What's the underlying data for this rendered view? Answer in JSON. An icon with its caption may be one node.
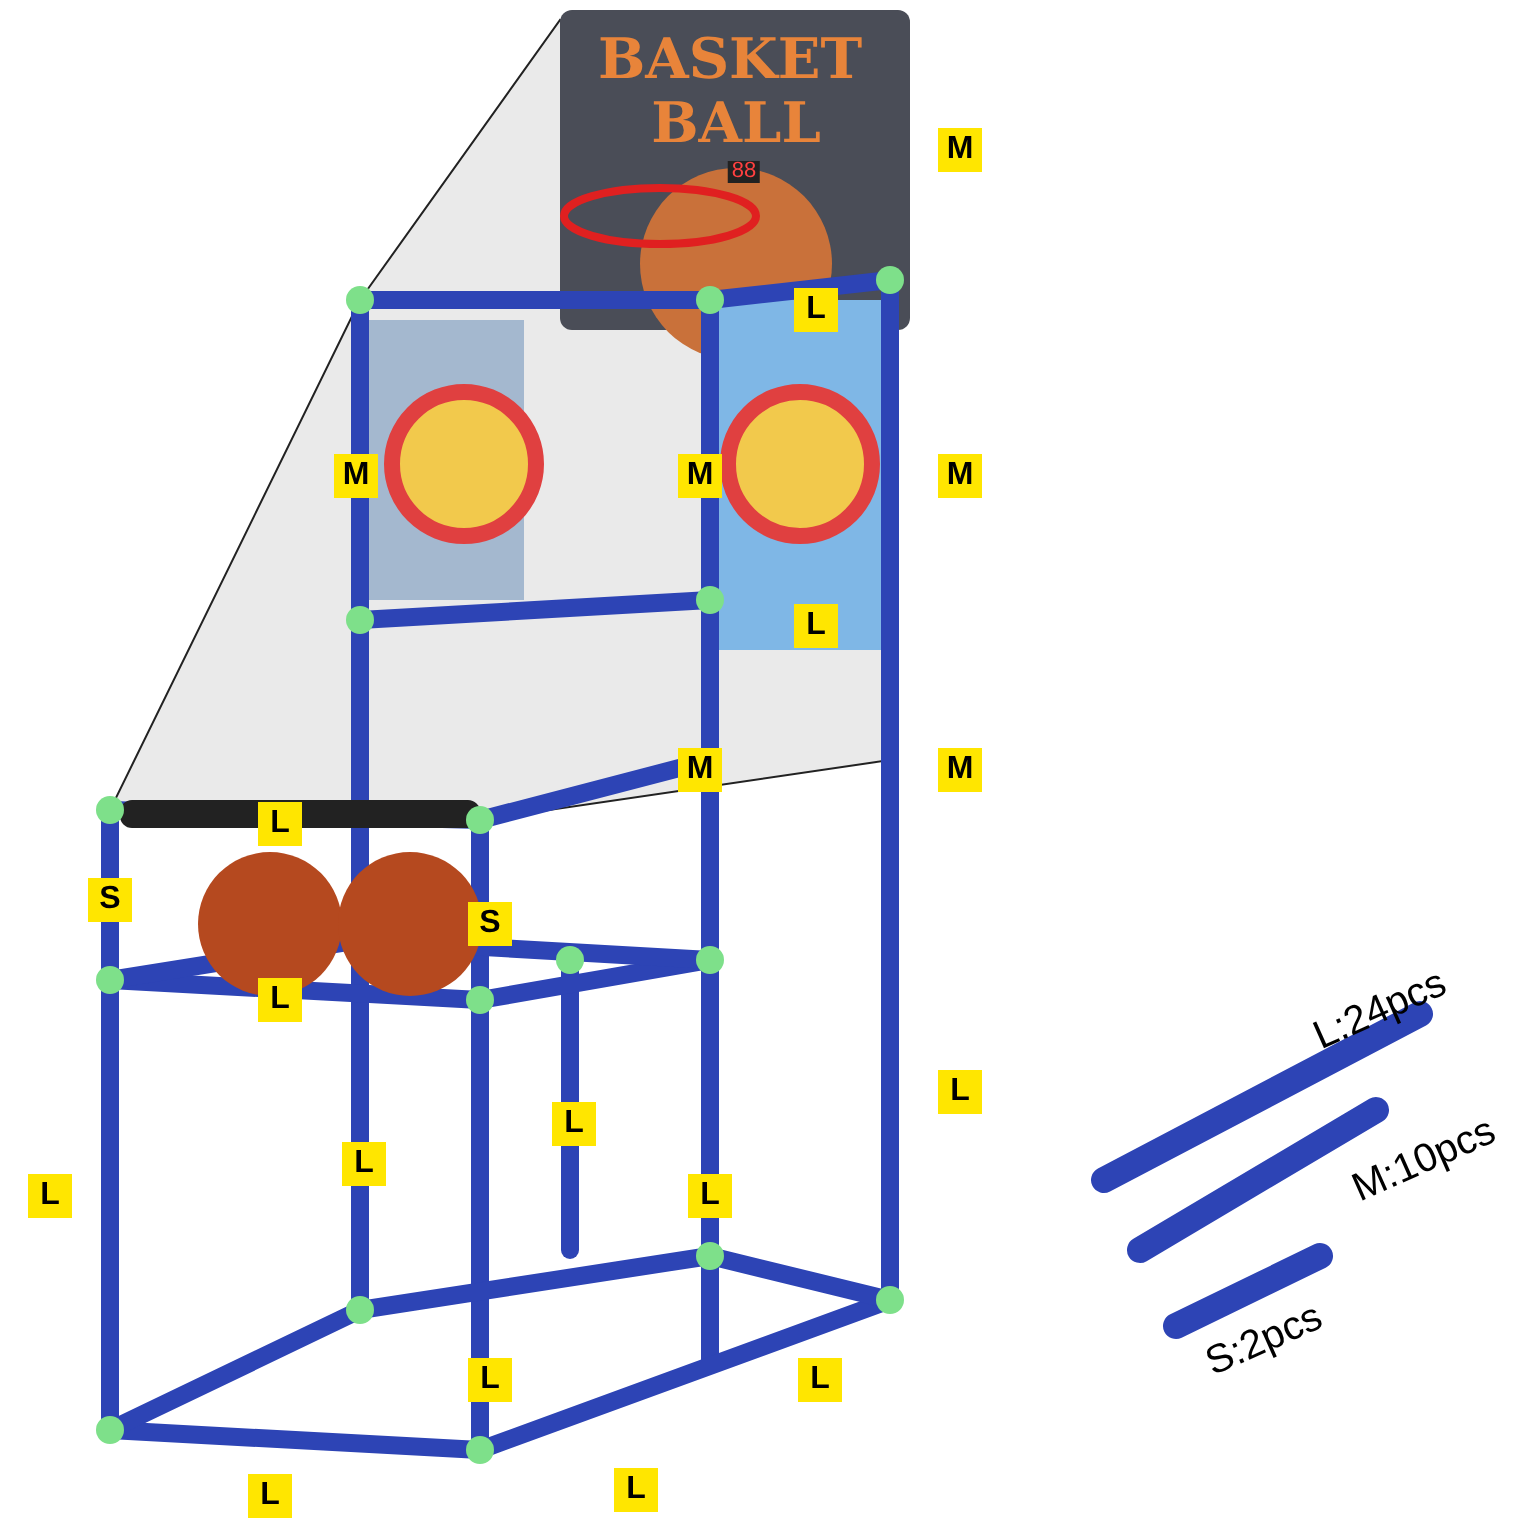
{
  "diagram": {
    "labels": [
      "BASKET",
      "BALL",
      "88",
      "M",
      "L",
      "M",
      "M",
      "M",
      "L",
      "M",
      "M",
      "L",
      "S",
      "S",
      "L",
      "L",
      "L",
      "L",
      "L",
      "L",
      "L",
      "L",
      "L",
      "L"
    ],
    "legend": [
      {
        "text": "L:24pcs"
      },
      {
        "text": "M:10pcs"
      },
      {
        "text": "S:2pcs"
      }
    ]
  }
}
